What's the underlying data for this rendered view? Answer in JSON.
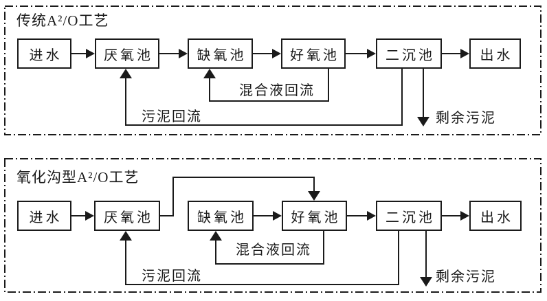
{
  "colors": {
    "line": "#1a1a1a",
    "background": "#ffffff"
  },
  "diagrams": [
    {
      "title": "传统A²/O工艺",
      "boxes": [
        {
          "label": "进水"
        },
        {
          "label": "厌氧池"
        },
        {
          "label": "缺氧池"
        },
        {
          "label": "好氧池"
        },
        {
          "label": "二沉池"
        },
        {
          "label": "出水"
        }
      ],
      "flow_labels": {
        "mixed_liquor_recycle": "混合液回流",
        "sludge_return": "污泥回流",
        "excess_sludge": "剩余污泥"
      }
    },
    {
      "title": "氧化沟型A²/O工艺",
      "boxes": [
        {
          "label": "进水"
        },
        {
          "label": "厌氧池"
        },
        {
          "label": "缺氧池"
        },
        {
          "label": "好氧池"
        },
        {
          "label": "二沉池"
        },
        {
          "label": "出水"
        }
      ],
      "flow_labels": {
        "mixed_liquor_recycle": "混合液回流",
        "sludge_return": "污泥回流",
        "excess_sludge": "剩余污泥"
      }
    }
  ]
}
